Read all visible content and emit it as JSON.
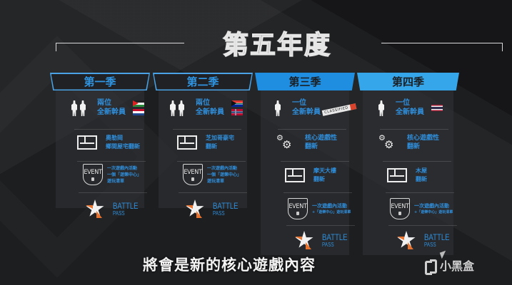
{
  "title": "第五年度",
  "seasons": [
    {
      "label": "第一季",
      "operators": {
        "count_line": "兩位",
        "desc_line": "全新幹員",
        "flags": [
          "jordan-flag",
          "netherlands-flag"
        ]
      },
      "rework": {
        "line1": "奧勒岡",
        "line2": "鄉間屋宅翻新",
        "icon": "map-blueprint-icon"
      },
      "event": {
        "icon_label": "EVENT",
        "line1": "一次遊戲內活動",
        "line2": "一個「遊樂中心」",
        "line3": "遊玩清單"
      },
      "battle_pass": {
        "line1": "BATTLE",
        "line2": "PASS"
      }
    },
    {
      "label": "第二季",
      "operators": {
        "count_line": "兩位",
        "desc_line": "全新幹員",
        "flags": [
          "south-africa-flag",
          "norway-flag"
        ]
      },
      "rework": {
        "line1": "芝加哥豪宅",
        "line2": "翻新",
        "icon": "map-blueprint-icon"
      },
      "event": {
        "icon_label": "EVENT",
        "line1": "一次遊戲內活動",
        "line2": "一個「遊樂中心」",
        "line3": "遊玩清單"
      },
      "battle_pass": {
        "line1": "BATTLE",
        "line2": "PASS"
      }
    },
    {
      "label": "第三季",
      "operators": {
        "count_line": "一位",
        "desc_line": "全新幹員",
        "classified": "CLASSIFIED"
      },
      "gameplay": {
        "line1": "核心遊戲性",
        "line2": "翻新"
      },
      "rework": {
        "line1": "摩天大樓",
        "line2": "翻新",
        "icon": "map-blueprint-icon"
      },
      "event": {
        "icon_label": "EVENT",
        "line1": "一次遊戲內活動",
        "line2": "+「遊樂中心」遊玩清單"
      },
      "battle_pass": {
        "line1": "BATTLE",
        "line2": "PASS"
      }
    },
    {
      "label": "第四季",
      "operators": {
        "count_line": "一位",
        "desc_line": "全新幹員",
        "flags": [
          "thailand-flag"
        ]
      },
      "gameplay": {
        "line1": "核心遊戲性",
        "line2": "翻新"
      },
      "rework": {
        "line1": "木屋",
        "line2": "翻新",
        "icon": "map-blueprint-icon"
      },
      "event": {
        "icon_label": "EVENT",
        "line1": "一次遊戲內活動",
        "line2": "+「遊樂中心」遊玩清單"
      },
      "battle_pass": {
        "line1": "BATTLE",
        "line2": "PASS"
      }
    }
  ],
  "subtitle": "將會是新的核心遊戲內容",
  "watermark": "小黑盒",
  "colors": {
    "accent_blue": "#2f8fdc",
    "header_fill_3": "#1f8ee0",
    "header_fill_4": "#36a6ea",
    "battle_pass_orange": "#e7722e"
  }
}
